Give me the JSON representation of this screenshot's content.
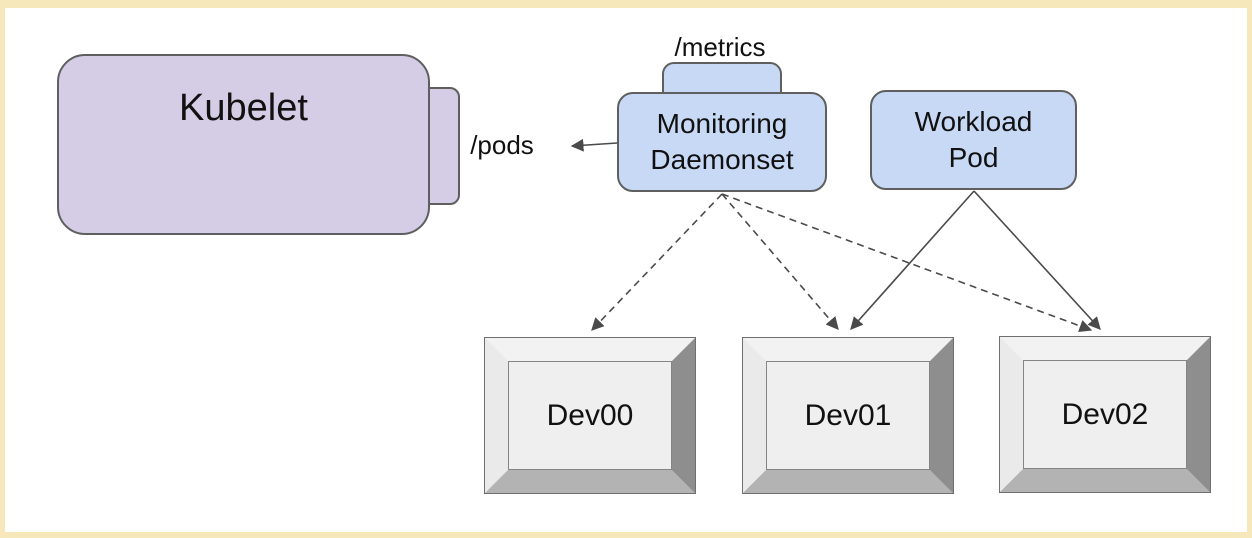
{
  "diagram": {
    "type": "architecture-diagram",
    "background_color": "#ffffff",
    "frame_color": "#f7e8bc",
    "colors": {
      "kubelet_fill": "#d5cde5",
      "pod_fill": "#c8d9f6",
      "node_border": "#5f5f5f",
      "arrow": "#4a4a4a",
      "device_face": "#efefef"
    },
    "nodes": {
      "kubelet": {
        "label": "Kubelet",
        "endpoint_label": "/pods"
      },
      "monitoring": {
        "label_line1": "Monitoring",
        "label_line2": "Daemonset",
        "endpoint_label": "/metrics"
      },
      "workload": {
        "label_line1": "Workload",
        "label_line2": "Pod"
      },
      "devices": [
        {
          "label": "Dev00"
        },
        {
          "label": "Dev01"
        },
        {
          "label": "Dev02"
        }
      ]
    },
    "edges": [
      {
        "from": "monitoring-daemonset",
        "to": "kubelet-pods-endpoint",
        "style": "solid",
        "arrow": "end"
      },
      {
        "from": "monitoring-daemonset",
        "to": "dev00",
        "style": "dashed",
        "arrow": "end"
      },
      {
        "from": "monitoring-daemonset",
        "to": "dev01",
        "style": "dashed",
        "arrow": "end"
      },
      {
        "from": "monitoring-daemonset",
        "to": "dev02",
        "style": "dashed",
        "arrow": "end"
      },
      {
        "from": "workload-pod",
        "to": "dev01",
        "style": "solid",
        "arrow": "end"
      },
      {
        "from": "workload-pod",
        "to": "dev02",
        "style": "solid",
        "arrow": "end"
      }
    ]
  }
}
